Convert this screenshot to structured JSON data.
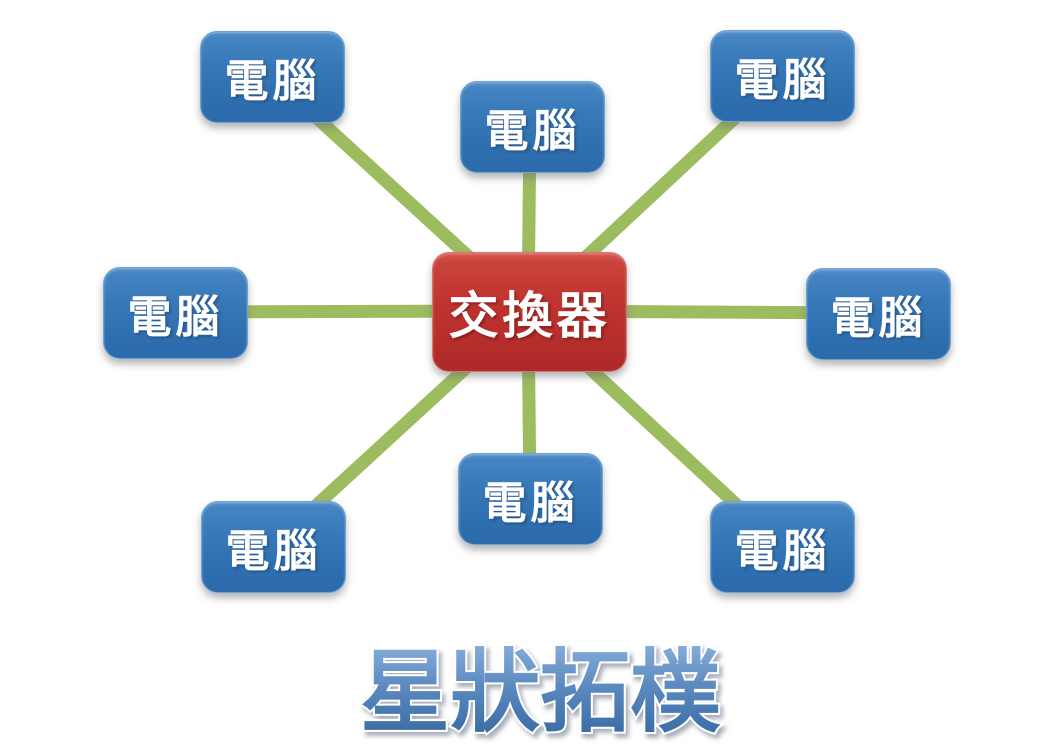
{
  "diagram": {
    "type": "star-topology",
    "title": "星狀拓樸",
    "center_node": {
      "id": "switch",
      "label": "交換器"
    },
    "nodes": [
      {
        "id": "computer-top-left",
        "label": "電腦"
      },
      {
        "id": "computer-top-center",
        "label": "電腦"
      },
      {
        "id": "computer-top-right",
        "label": "電腦"
      },
      {
        "id": "computer-middle-left",
        "label": "電腦"
      },
      {
        "id": "computer-middle-right",
        "label": "電腦"
      },
      {
        "id": "computer-bottom-left",
        "label": "電腦"
      },
      {
        "id": "computer-bottom-center",
        "label": "電腦"
      },
      {
        "id": "computer-bottom-right",
        "label": "電腦"
      }
    ],
    "edge_count": 8,
    "colors": {
      "computer_node_fill": "#3273B5",
      "switch_node_fill": "#BE302D",
      "edge": "#9CBC5F",
      "node_text": "#FFFFFF",
      "title_gradient_top": "#8AB0DC",
      "title_gradient_bottom": "#33659E",
      "title_outline": "#FFFFFF",
      "background": "#FFFFFF"
    }
  }
}
